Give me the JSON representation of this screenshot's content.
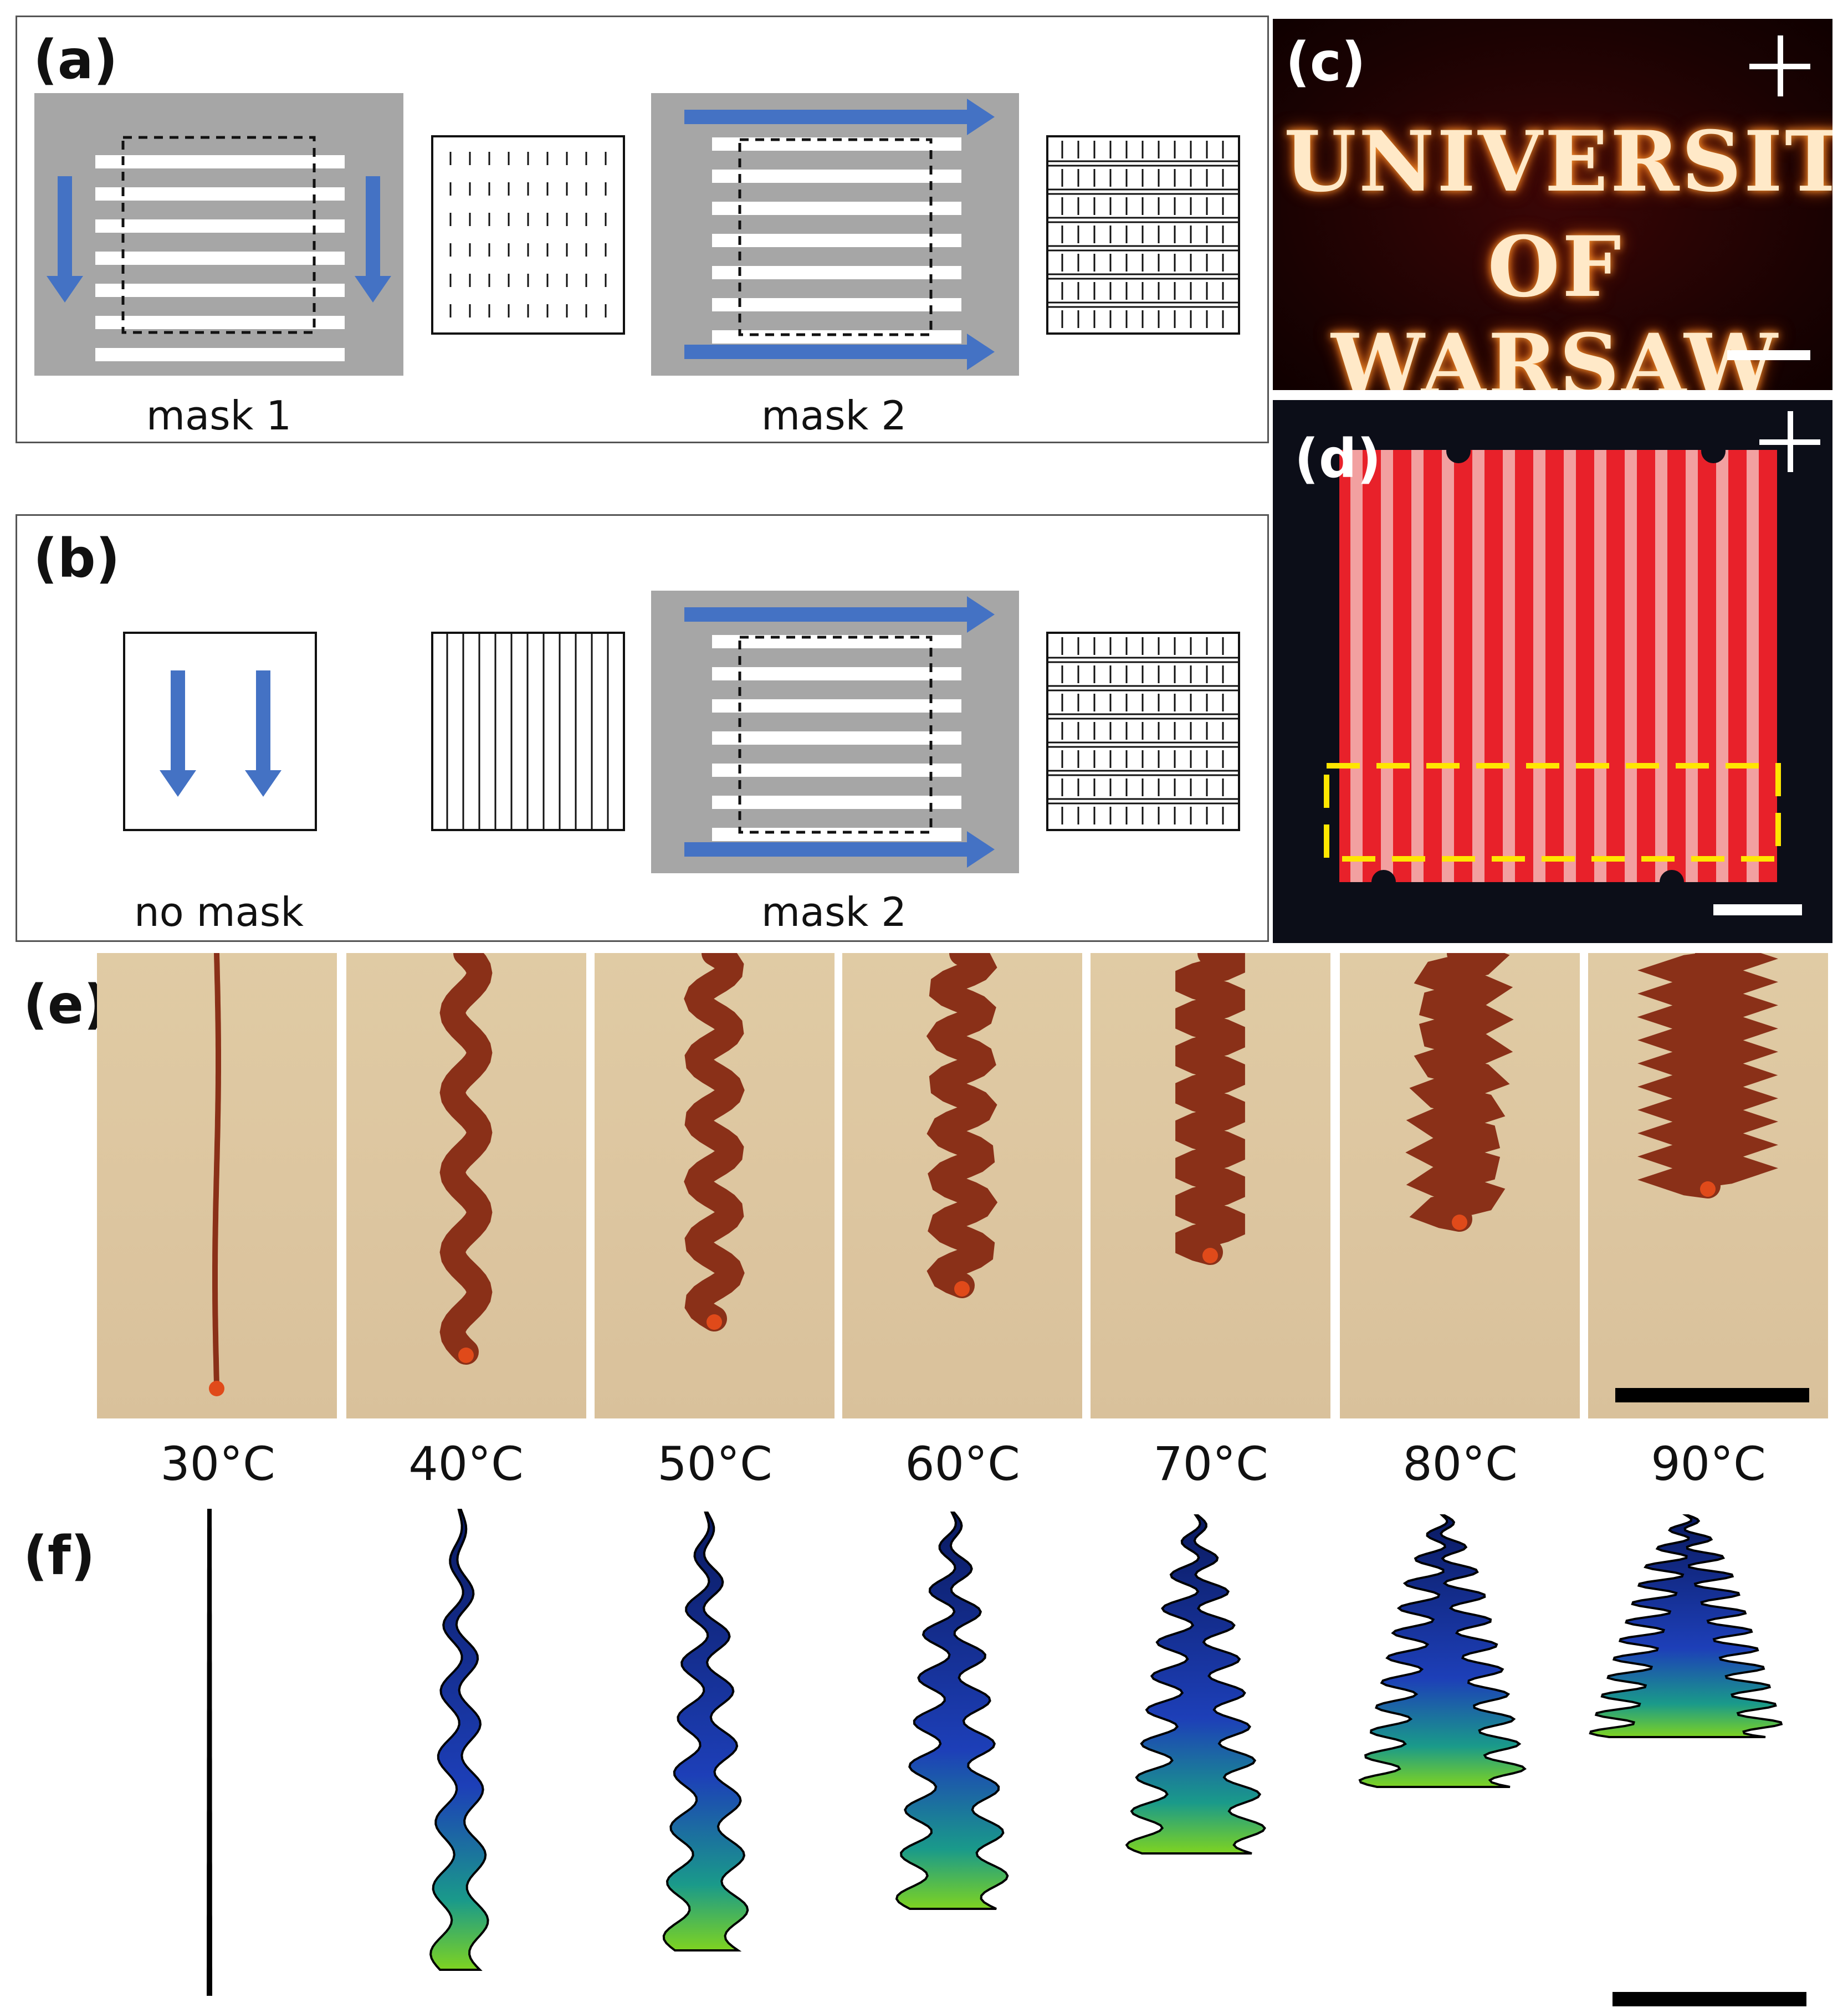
{
  "panels": {
    "a": {
      "label": "(a)",
      "caption_left": "mask 1",
      "caption_right": "mask 2"
    },
    "b": {
      "label": "(b)",
      "caption_left": "no mask",
      "caption_right": "mask 2"
    },
    "c": {
      "label": "(c)",
      "text_line1": "UNIVERSITY",
      "text_line2": "OF WARSAW"
    },
    "d": {
      "label": "(d)"
    },
    "e": {
      "label": "(e)"
    },
    "f": {
      "label": "(f)"
    }
  },
  "temperatures": [
    "30°C",
    "40°C",
    "50°C",
    "60°C",
    "70°C",
    "80°C",
    "90°C"
  ],
  "colors": {
    "arrow": "#4472c4",
    "mask_gray": "#a6a6a6",
    "stripe_red": "#e8212a",
    "stripe_pink": "#f2a0a0",
    "dashed_highlight": "#ffe600",
    "helix": "#8a3018"
  }
}
